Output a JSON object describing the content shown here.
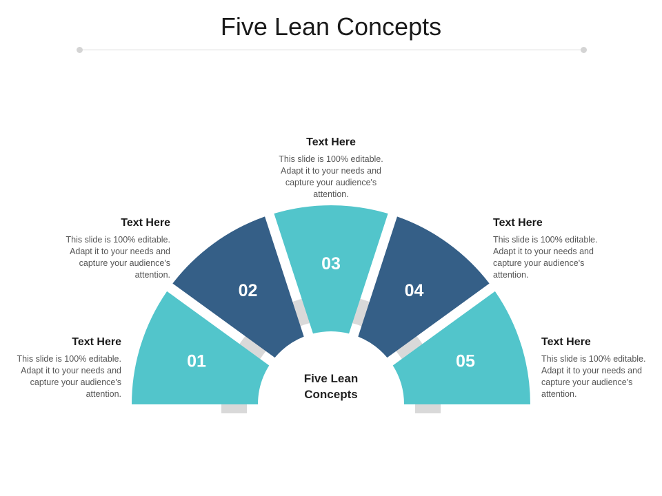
{
  "title": "Five Lean Concepts",
  "center_label": "Five Lean Concepts",
  "colors": {
    "teal": "#52C5CB",
    "navy": "#355F87",
    "ring": "#D9D9D9"
  },
  "segments": [
    {
      "number": "01",
      "color": "#52C5CB",
      "heading": "Text Here",
      "body": "This slide is 100% editable. Adapt it to your needs and capture your audience's attention."
    },
    {
      "number": "02",
      "color": "#355F87",
      "heading": "Text Here",
      "body": "This slide is 100% editable. Adapt it to your needs and capture your audience's attention."
    },
    {
      "number": "03",
      "color": "#52C5CB",
      "heading": "Text Here",
      "body": "This slide is 100% editable. Adapt it to your needs and capture your audience's attention."
    },
    {
      "number": "04",
      "color": "#355F87",
      "heading": "Text Here",
      "body": "This slide is 100% editable. Adapt it to your needs and capture your audience's attention."
    },
    {
      "number": "05",
      "color": "#52C5CB",
      "heading": "Text Here",
      "body": "This slide is 100% editable. Adapt it to your needs and capture your audience's attention."
    }
  ]
}
